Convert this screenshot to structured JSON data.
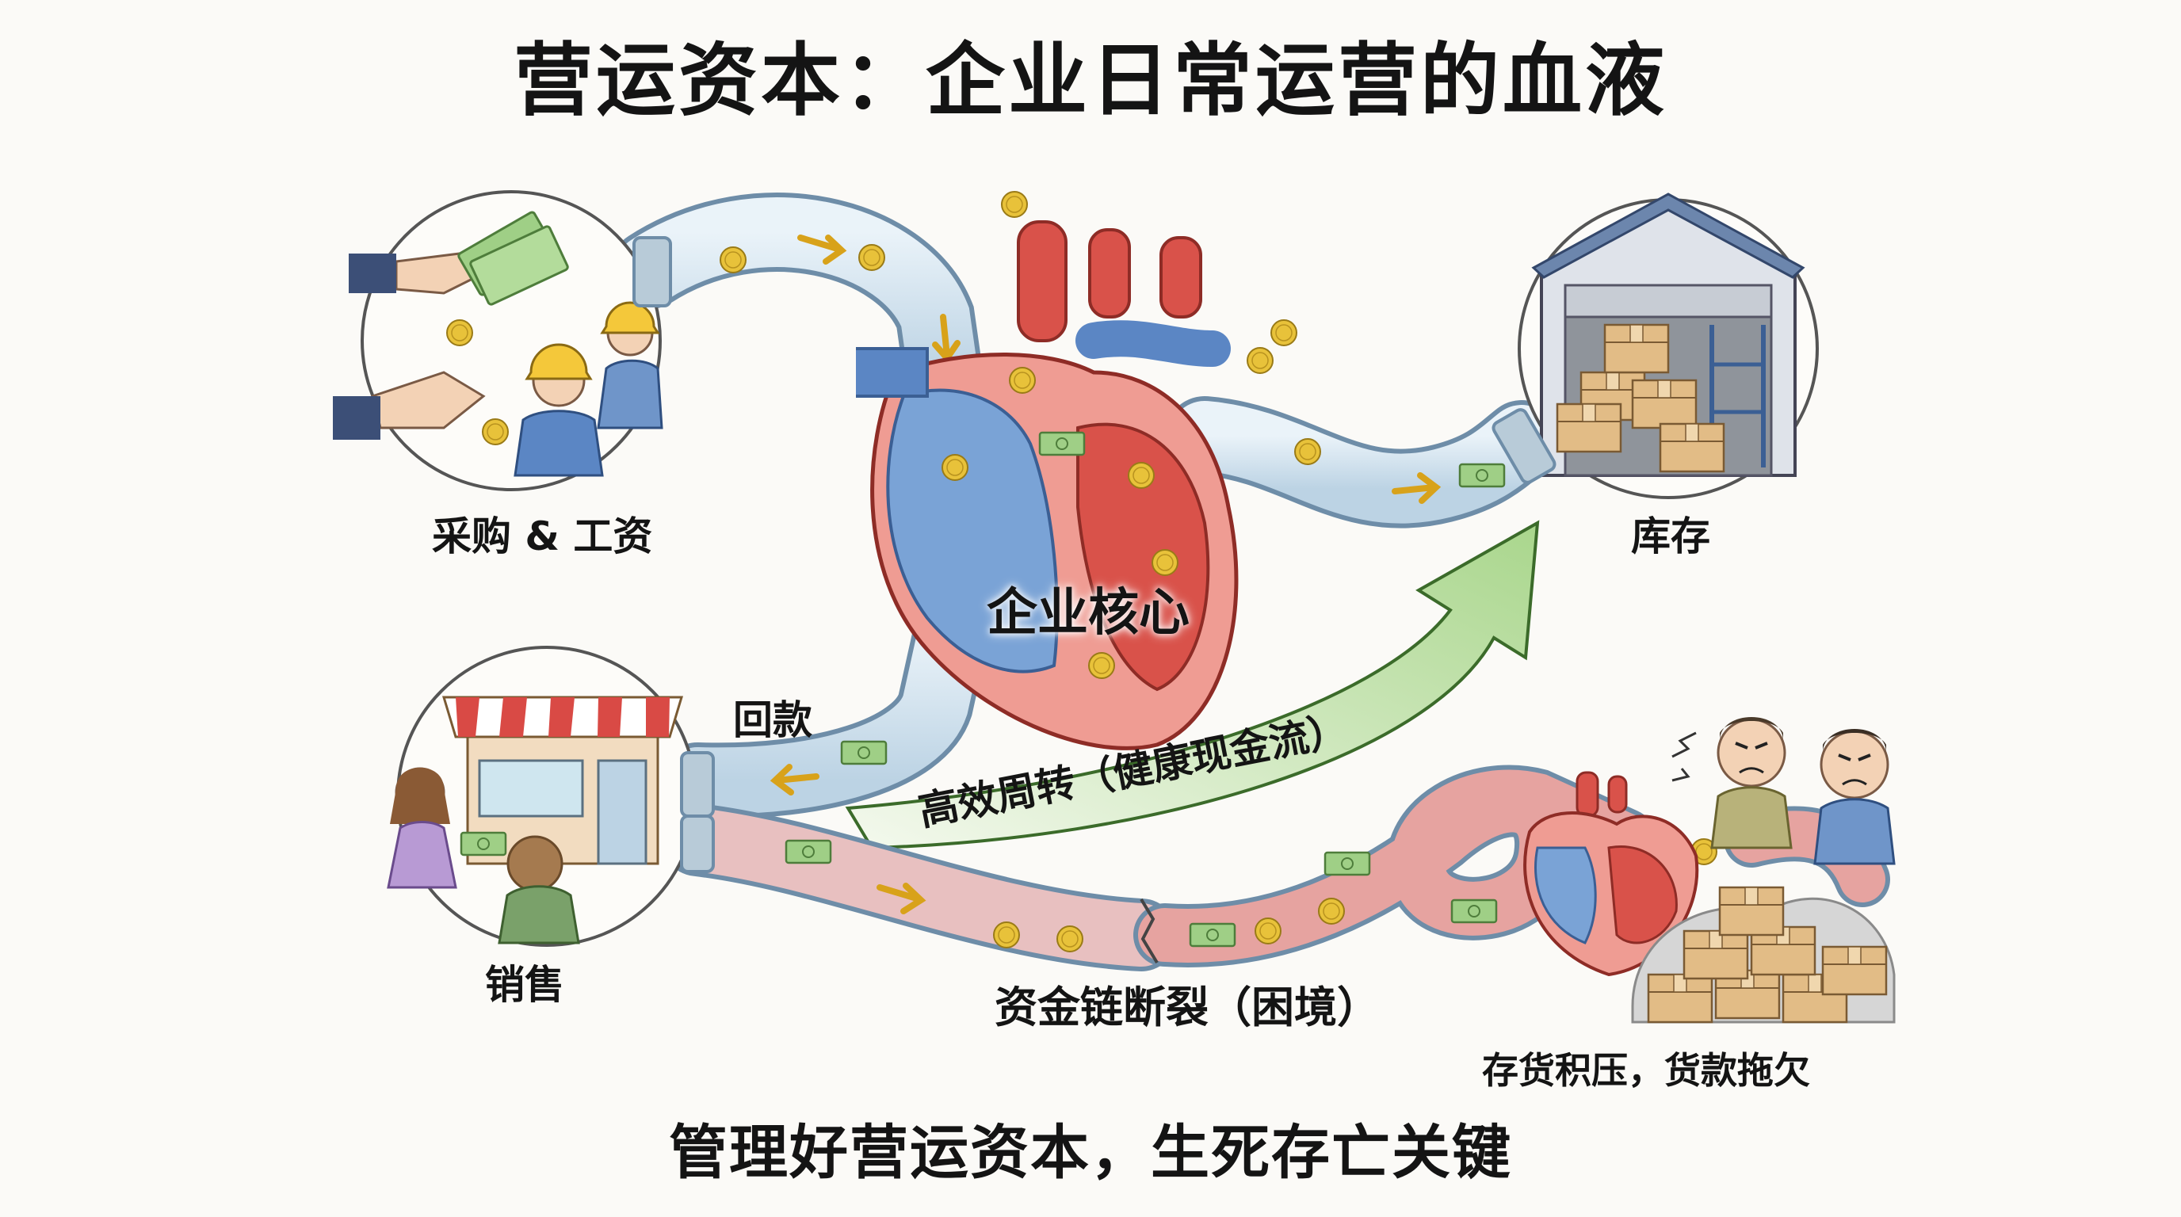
{
  "title": "营运资本：企业日常运营的血液",
  "labels": {
    "purchase_wages": "采购 & 工资",
    "inventory": "库存",
    "sales": "销售",
    "payment_return": "回款",
    "core": "企业核心",
    "efficient_turnover": "高效周转（健康现金流）",
    "chain_break": "资金链断裂（困境）",
    "overstock": "存货积压，货款拖欠"
  },
  "footer": "管理好营运资本，生死存亡关键",
  "colors": {
    "artery_red": "#d9524a",
    "vein_blue": "#5b86c4",
    "pipe_blue": "#cfe1ee",
    "coin_gold": "#e8c23a",
    "cash_green": "#7fb36a",
    "arrow_green": "#bfe0a4",
    "awning_red": "#d94a45",
    "warehouse_roof": "#6c86ad"
  },
  "icons": [
    "heart-icon",
    "coin-icon",
    "banknote-icon",
    "worker-icon",
    "handshake-icon",
    "shop-icon",
    "warehouse-icon",
    "box-icon",
    "angry-person-icon"
  ]
}
